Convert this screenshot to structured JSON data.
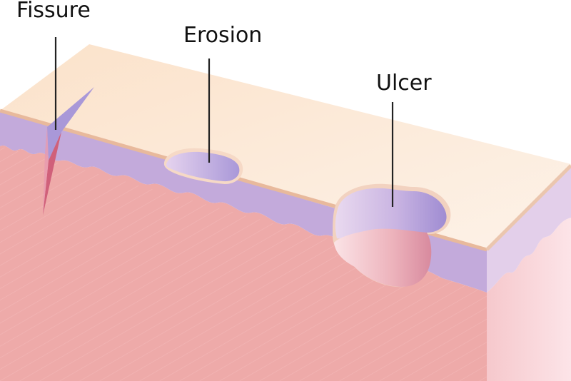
{
  "labels": {
    "fissure": "Fissure",
    "erosion": "Erosion",
    "ulcer": "Ulcer"
  },
  "colors": {
    "epidermis_top": "#FBE3CC",
    "epidermis_top_light": "#FDF1E6",
    "epidermis_edge": "#E8B99C",
    "basal_layer": "#C3A9DA",
    "basal_layer_light": "#E2CEEA",
    "dermis": "#EDA9A8",
    "dermis_side": "#F8D7DA",
    "dermis_front_right": "#F4A3A1",
    "lesion_purple": "#A998D8",
    "lesion_pink": "#E7AAB4",
    "fissure_red": "#D0607A",
    "leader_line": "#222222"
  }
}
